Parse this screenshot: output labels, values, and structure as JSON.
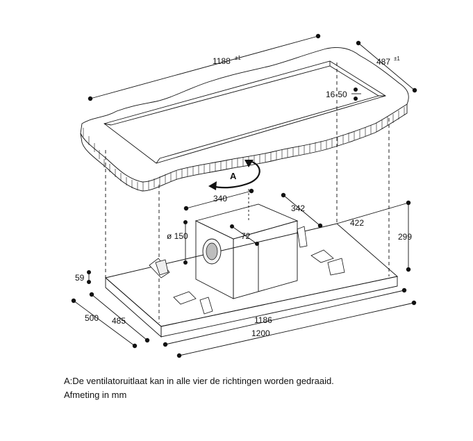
{
  "diagram": {
    "dimensions": {
      "ceiling_length": "1188",
      "ceiling_length_tol": "±1",
      "ceiling_depth": "487",
      "ceiling_depth_tol": "±1",
      "ceiling_thickness": "16-50",
      "rotation_label": "A",
      "motor_width": "340",
      "motor_offset": "342",
      "motor_depth": "422",
      "outlet_diameter": "ø 150",
      "outlet_center": "72",
      "total_height": "299",
      "panel_thickness": "59",
      "panel_depth_outer": "500",
      "panel_depth_inner": "485",
      "panel_width_inner": "1186",
      "panel_width_outer": "1200"
    },
    "colors": {
      "line": "#111111",
      "panel_fill": "#e6e6e6",
      "box_fill": "#d9d9d9"
    }
  },
  "caption": {
    "label": "A:",
    "line1": "De ventilatoruitlaat kan in alle vier de richtingen worden gedraaid.",
    "line2": "Afmeting in mm"
  }
}
